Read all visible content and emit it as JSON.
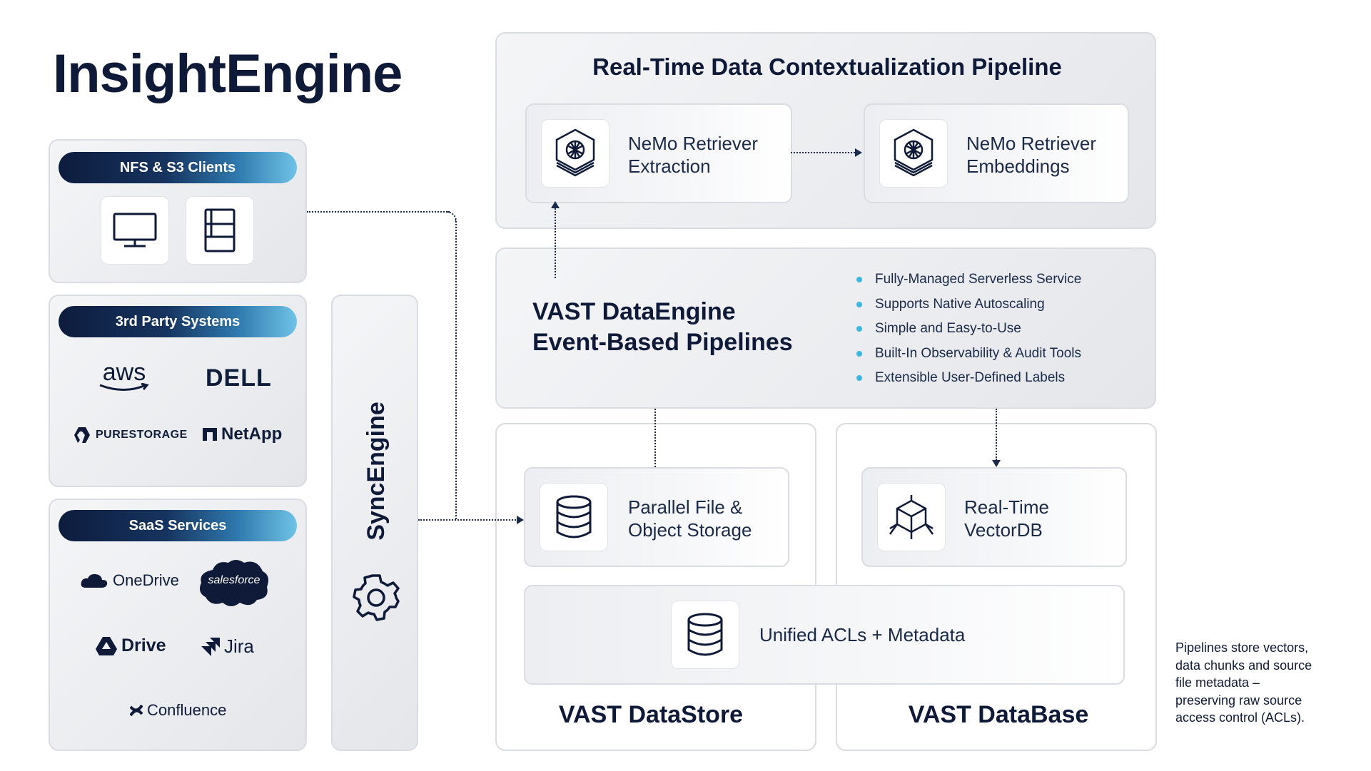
{
  "title": "InsightEngine",
  "sources": {
    "nfs_s3": {
      "label": "NFS & S3 Clients",
      "icons": [
        "monitor-icon",
        "server-rack-icon"
      ]
    },
    "third_party": {
      "label": "3rd Party Systems",
      "logos": [
        "aws",
        "DELL",
        "PURESTORAGE",
        "NetApp"
      ]
    },
    "saas": {
      "label": "SaaS Services",
      "logos": [
        "OneDrive",
        "salesforce",
        "Drive",
        "Jira",
        "Confluence"
      ]
    }
  },
  "sync_engine": {
    "label": "SyncEngine",
    "icon": "gear-icon"
  },
  "pipeline": {
    "title": "Real-Time Data Contextualization Pipeline",
    "extraction": {
      "line1": "NeMo Retriever",
      "line2": "Extraction",
      "icon": "nemo-cube-icon"
    },
    "embeddings": {
      "line1": "NeMo Retriever",
      "line2": "Embeddings",
      "icon": "nemo-cube-icon"
    }
  },
  "data_engine": {
    "title_line1": "VAST DataEngine",
    "title_line2": "Event-Based Pipelines",
    "features": [
      "Fully-Managed Serverless Service",
      "Supports Native Autoscaling",
      "Simple and Easy-to-Use",
      "Built-In Observability & Audit Tools",
      "Extensible User-Defined Labels"
    ],
    "bullet_color": "#3bb7e0"
  },
  "datastore": {
    "label": "VAST DataStore",
    "storage": {
      "line1": "Parallel File &",
      "line2": "Object Storage",
      "icon": "database-icon"
    }
  },
  "database": {
    "label": "VAST DataBase",
    "vectordb": {
      "line1": "Real-Time",
      "line2": "VectorDB",
      "icon": "vector-cube-icon"
    }
  },
  "unified": {
    "label": "Unified ACLs + Metadata",
    "icon": "database-icon"
  },
  "note": {
    "lines": [
      "Pipelines store vectors,",
      "data chunks and source",
      "file metadata –",
      "preserving raw source",
      "access control (ACLs)."
    ]
  },
  "colors": {
    "navy": "#0e1a38",
    "accent": "#3bb7e0",
    "panel_border": "#d9dce2"
  }
}
